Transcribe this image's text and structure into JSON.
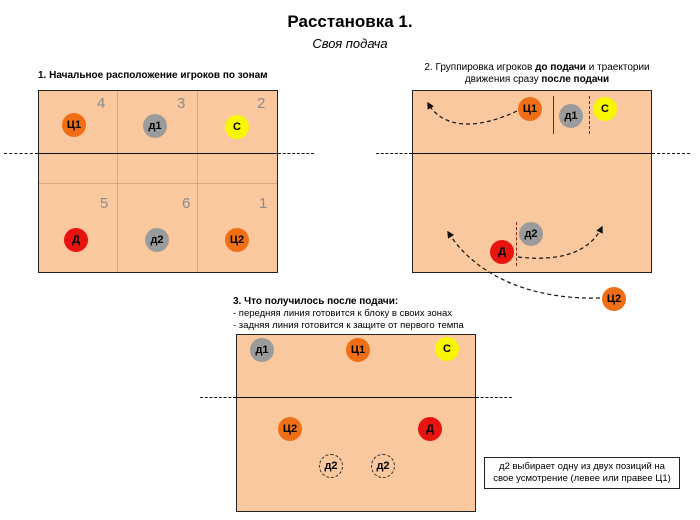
{
  "header": {
    "title": "Расстановка 1.",
    "subtitle": "Своя подача"
  },
  "diagram1": {
    "caption": "1. Начальное расположение игроков по зонам",
    "zones": {
      "z4": "4",
      "z3": "3",
      "z2": "2",
      "z5": "5",
      "z6": "6",
      "z1": "1"
    },
    "players": {
      "c1": "Ц1",
      "d1": "д1",
      "s": "С",
      "d": "Д",
      "d2": "д2",
      "c2": "Ц2"
    }
  },
  "diagram2": {
    "caption_pre": "2. Группировка игроков ",
    "caption_bold1": "до подачи",
    "caption_mid": " и траектории",
    "caption_line2_pre": "движения сразу ",
    "caption_bold2": "после подачи",
    "players": {
      "c1": "Ц1",
      "d1": "д1",
      "s": "С",
      "d2": "д2",
      "d": "Д",
      "c2": "Ц2"
    }
  },
  "diagram3": {
    "caption": "3. Что получилось после подачи:",
    "bullet1": "- передняя линия готовится к блоку в своих зонах",
    "bullet2": "- задняя линия готовится к защите от первого темпа",
    "players": {
      "d1": "д1",
      "c1": "Ц1",
      "s": "С",
      "c2": "Ц2",
      "d": "Д",
      "d2a": "д2",
      "d2b": "д2"
    },
    "note_line1": "д2 выбирает одну из двух позиций на",
    "note_line2": "свое усмотрение (левее или правее Ц1)"
  },
  "colors": {
    "court": "#fac89e",
    "orange": "#f06f16",
    "gray": "#9b9b9b",
    "yellow": "#f6f700",
    "red": "#e8140f",
    "zone_number": "#8a8a8a"
  }
}
